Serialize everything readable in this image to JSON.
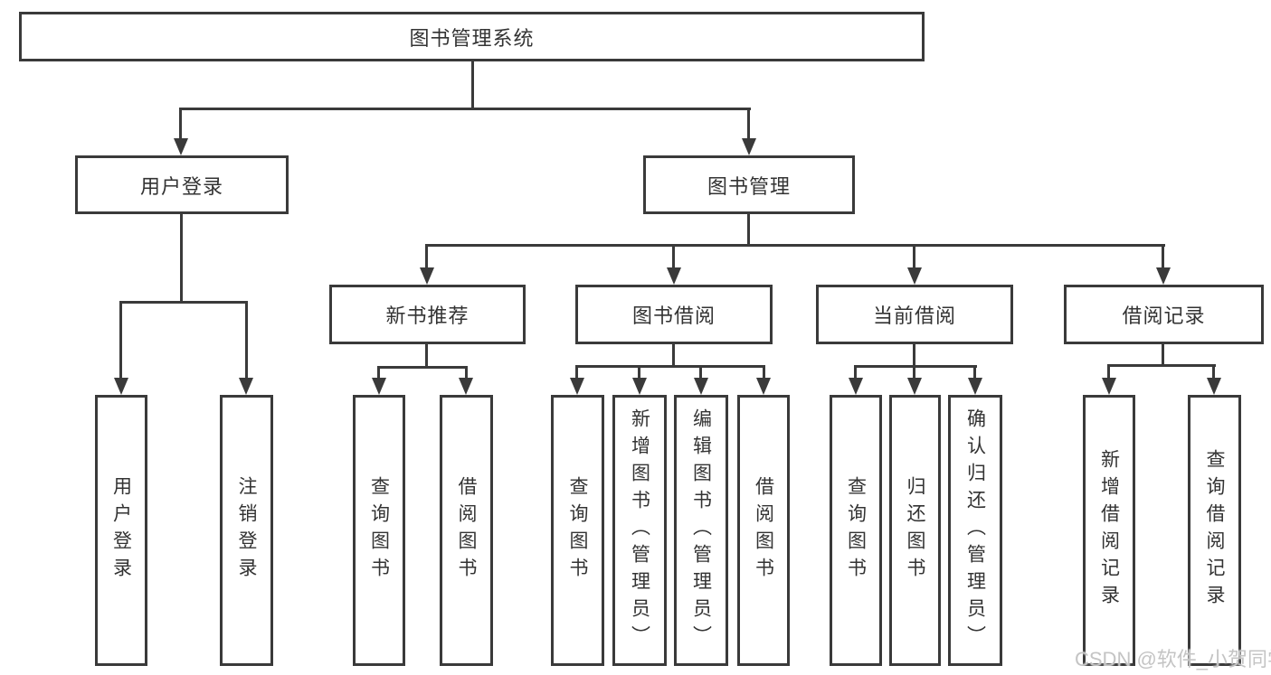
{
  "colors": {
    "line": "#3a3a3a",
    "text": "#333333",
    "watermark": "#c4c4c4",
    "background": "#ffffff"
  },
  "watermark": "CSDN @软件_小贺同学",
  "tree": {
    "root": {
      "label": "图书管理系统"
    },
    "level2": [
      {
        "label": "用户登录",
        "children": [
          {
            "label": "用户登录"
          },
          {
            "label": "注销登录"
          }
        ]
      },
      {
        "label": "图书管理",
        "children": [
          {
            "label": "新书推荐",
            "children": [
              {
                "label": "查询图书"
              },
              {
                "label": "借阅图书"
              }
            ]
          },
          {
            "label": "图书借阅",
            "children": [
              {
                "label": "查询图书"
              },
              {
                "label": "新增图书（管理员）"
              },
              {
                "label": "编辑图书（管理员）"
              },
              {
                "label": "借阅图书"
              }
            ]
          },
          {
            "label": "当前借阅",
            "children": [
              {
                "label": "查询图书"
              },
              {
                "label": "归还图书"
              },
              {
                "label": "确认归还（管理员）"
              }
            ]
          },
          {
            "label": "借阅记录",
            "children": [
              {
                "label": "新增借阅记录"
              },
              {
                "label": "查询借阅记录"
              }
            ]
          }
        ]
      }
    ]
  }
}
